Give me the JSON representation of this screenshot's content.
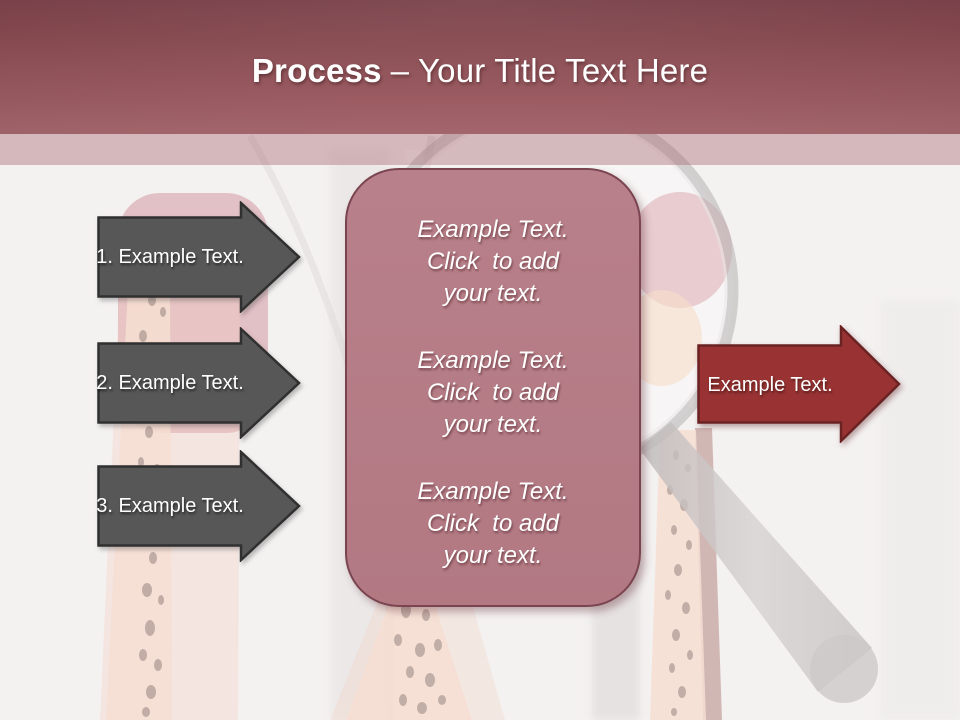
{
  "header": {
    "title_bold": "Process",
    "title_rest": "– Your Title Text Here"
  },
  "left_arrows": [
    {
      "label": "1. Example Text."
    },
    {
      "label": "2. Example Text."
    },
    {
      "label": "3. Example Text."
    }
  ],
  "center_box": {
    "blocks": [
      {
        "text": "Example Text.\nClick  to add\nyour text."
      },
      {
        "text": "Example Text.\nClick  to add\nyour text."
      },
      {
        "text": "Example Text.\nClick  to add\nyour text."
      }
    ]
  },
  "right_arrow": {
    "label": "Example Text."
  },
  "background": {
    "illustration": "faded tooth cross-section with magnifying glass"
  },
  "colors": {
    "header_gradient_top": "#794049",
    "header_gradient_bottom": "#a8696f",
    "accent_band": "#cdb0b3",
    "page_background": "#f4f1f1",
    "step_arrow_fill": "#575757",
    "step_arrow_border": "#303030",
    "result_arrow_fill": "#993333",
    "result_arrow_border": "#6b2222",
    "center_box_fill": "#b47b85",
    "center_box_border": "#7a4450",
    "text": "#ffffff"
  }
}
